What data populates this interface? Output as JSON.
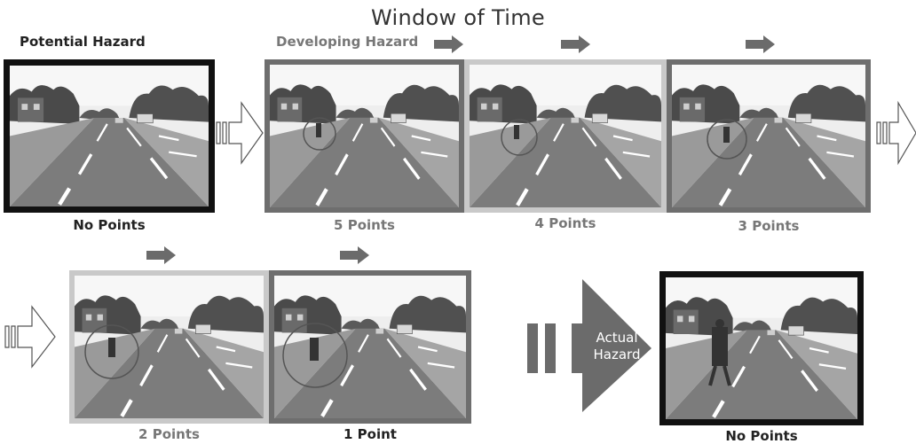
{
  "title": "Window of Time",
  "labels": {
    "potential_hazard": "Potential Hazard",
    "developing_hazard": "Developing Hazard",
    "actual_hazard_line1": "Actual",
    "actual_hazard_line2": "Hazard"
  },
  "frames": [
    {
      "caption": "No Points",
      "stage": "potential"
    },
    {
      "caption": "5 Points",
      "stage": "developing"
    },
    {
      "caption": "4 Points",
      "stage": "developing"
    },
    {
      "caption": "3 Points",
      "stage": "developing"
    },
    {
      "caption": "2 Points",
      "stage": "developing"
    },
    {
      "caption": "1 Point",
      "stage": "developing"
    },
    {
      "caption": "No Points",
      "stage": "actual"
    }
  ],
  "colors": {
    "arrow_gray": "#6b6b6b",
    "frame_black": "#111111",
    "frame_dark_gray": "#6e6e6e",
    "frame_light_gray": "#c9c9c9"
  }
}
